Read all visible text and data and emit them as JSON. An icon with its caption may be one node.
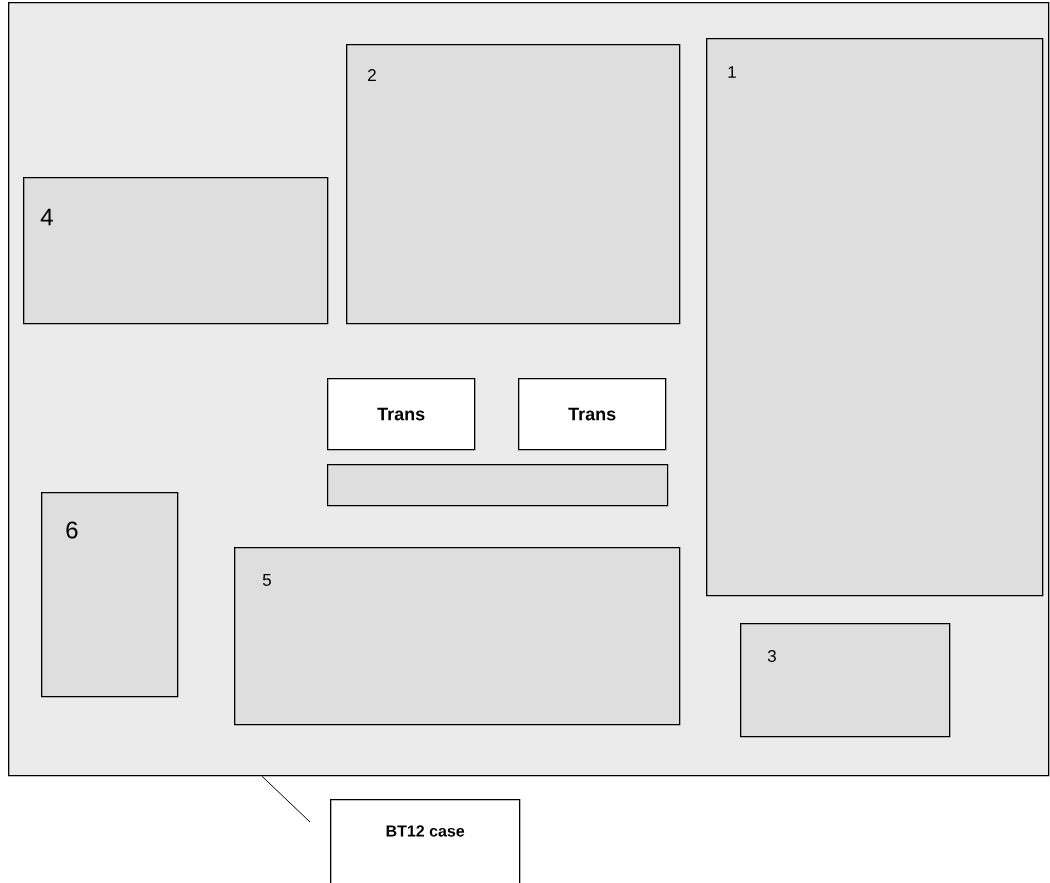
{
  "diagram": {
    "nodes": [
      {
        "text": [],
        "shape": "box"
      },
      {
        "text": [
          "2"
        ],
        "in": 0
      },
      {
        "text": [
          "1"
        ],
        "in": 0
      },
      {
        "text": [
          "4"
        ],
        "in": 0
      },
      {
        "text": [
          "Trans"
        ],
        "in": 0
      },
      {
        "text": [
          "Trans"
        ],
        "in": 0
      },
      {
        "text": [],
        "shape": "bar",
        "in": 0
      },
      {
        "text": [
          "6"
        ],
        "in": 0
      },
      {
        "text": [
          "5"
        ],
        "in": 0
      },
      {
        "text": [
          "3"
        ],
        "in": 0
      },
      {
        "text": [
          "BT12 case"
        ]
      }
    ],
    "edges": [
      {
        "from": 10,
        "to": 0,
        "arrow": "none"
      }
    ]
  }
}
